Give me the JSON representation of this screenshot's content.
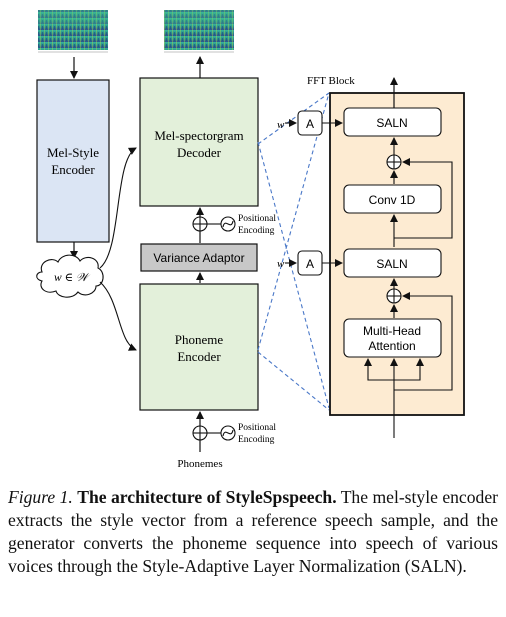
{
  "blocks": {
    "mel_style_encoder": [
      "Mel-Style",
      "Encoder"
    ],
    "mel_decoder": [
      "Mel-spectorgram",
      "Decoder"
    ],
    "variance_adaptor": "Variance Adaptor",
    "phoneme_encoder": [
      "Phoneme",
      "Encoder"
    ],
    "style_vector": "w ∈ 𝒲",
    "positional_encoding_top": [
      "Positional",
      "Encoding"
    ],
    "positional_encoding_bottom": [
      "Positional",
      "Encoding"
    ],
    "phonemes_label": "Phonemes"
  },
  "fft_block": {
    "title": "FFT Block",
    "saln_top": "SALN",
    "conv": "Conv 1D",
    "saln_bottom": "SALN",
    "attention": [
      "Multi-Head",
      "Attention"
    ],
    "affine_label": "A",
    "w_label": "w"
  },
  "caption": {
    "figure_label": "Figure 1.",
    "title": "The architecture of StyleSpspeech.",
    "body": "The mel-style encoder extracts the style vector from a reference speech sample, and the generator converts the phoneme sequence into speech of various voices through the Style-Adaptive Layer Normalization (SALN)."
  },
  "colors": {
    "encoder_blue": "#dbe5f4",
    "green_block": "#e3f0da",
    "grey_block": "#c8c8c8",
    "fft_bg": "#fdebd2",
    "dashed_link": "#4a78c8"
  }
}
